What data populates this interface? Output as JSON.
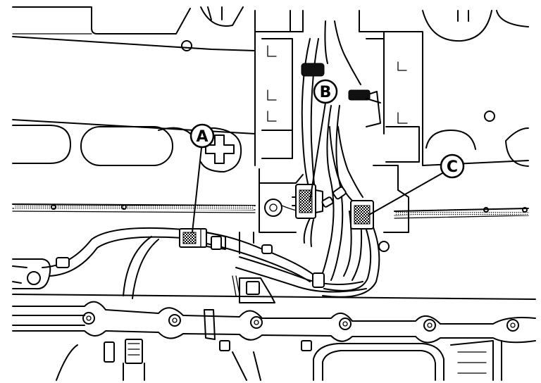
{
  "callouts": [
    {
      "id": "A",
      "label": "A"
    },
    {
      "id": "B",
      "label": "B"
    },
    {
      "id": "C",
      "label": "C"
    }
  ],
  "colors": {
    "line": "#000000",
    "background": "#ffffff"
  }
}
